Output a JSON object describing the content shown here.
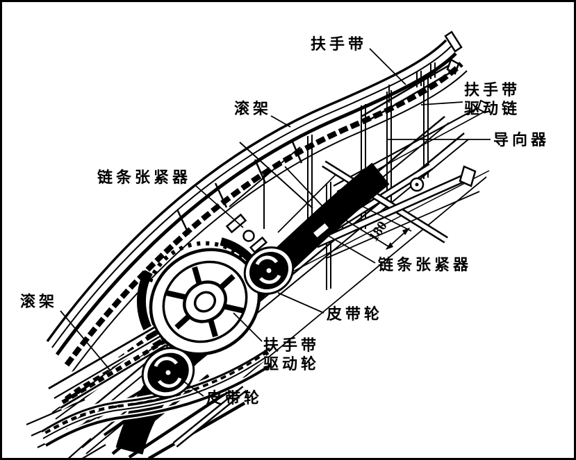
{
  "figure": {
    "kind": "technical-line-diagram",
    "subject": "escalator handrail drive mechanism (isometric view)",
    "ink_color": "#000000",
    "paper_color": "#ffffff"
  },
  "labels": {
    "handrail_belt": "扶手带",
    "handrail_drive_chain": "扶手带\n驱动链",
    "guide_device": "导向器",
    "roller_frame_upper": "滚架",
    "chain_tensioner_left": "链条张紧器",
    "chain_tensioner_right": "链条张紧器",
    "belt_pulley_upper": "皮带轮",
    "handrail_drive_wheel": "扶手带\n驱动轮",
    "roller_frame_lower": "滚架",
    "belt_pulley_lower": "皮带轮",
    "dimension_180": "180"
  }
}
